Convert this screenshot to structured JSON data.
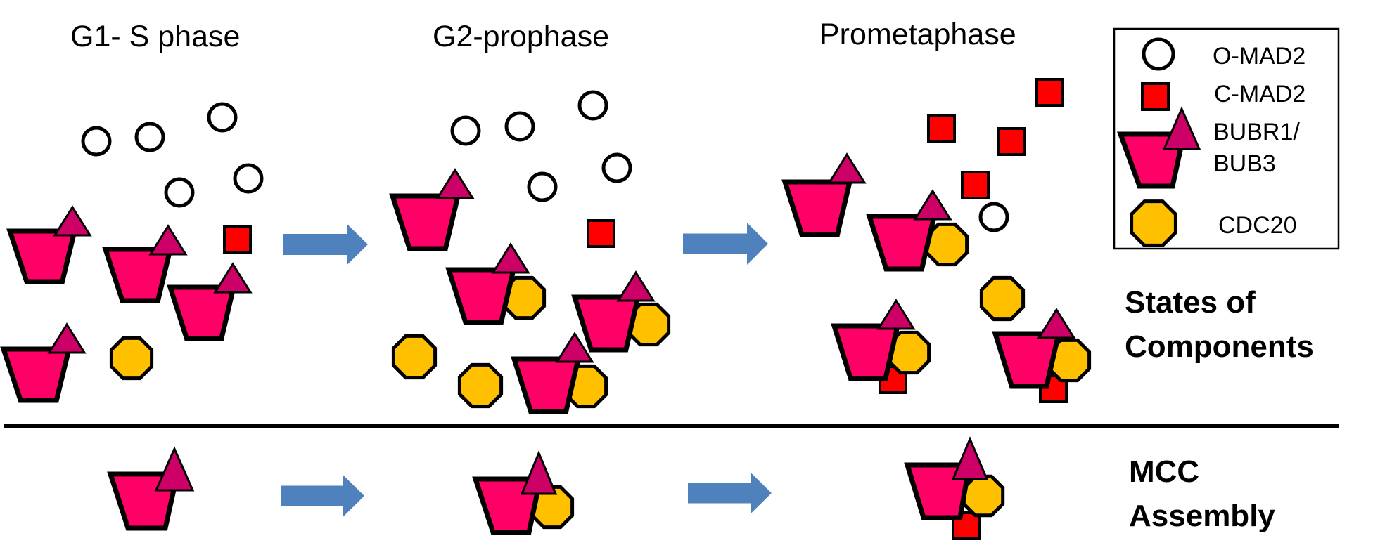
{
  "colors": {
    "o_mad2_fill": "#ffffff",
    "c_mad2_fill": "#ff0000",
    "bubr1_fill": "#ff0066",
    "bub3_fill": "#cc0066",
    "cdc20_fill": "#ffc000",
    "outline": "#000000",
    "arrow": "#4f81bd"
  },
  "phases": [
    {
      "key": "g1s",
      "title": "G1- S phase"
    },
    {
      "key": "g2p",
      "title": "G2-prophase"
    },
    {
      "key": "prometa",
      "title": "Prometaphase"
    }
  ],
  "row_labels": {
    "states_line1": "States of",
    "states_line2": "Components",
    "mcc_line1": "MCC",
    "mcc_line2": "Assembly"
  },
  "legend": {
    "items": [
      {
        "key": "o_mad2",
        "label": "O-MAD2",
        "icon": "open-circle"
      },
      {
        "key": "c_mad2",
        "label": "C-MAD2",
        "icon": "red-square"
      },
      {
        "key": "bubr1_bub3",
        "label_line1": "BUBR1/",
        "label_line2": "BUB3",
        "icon": "trapezoid-triangle"
      },
      {
        "key": "cdc20",
        "label": "CDC20",
        "icon": "octagon"
      }
    ]
  },
  "states": {
    "g1s": {
      "o_mad2": 5,
      "c_mad2": 1,
      "bubr1_bub3_free": 4,
      "cdc20_free": 1,
      "bubr1_bub3_cdc20": 0,
      "mcc": 0
    },
    "g2p": {
      "o_mad2": 5,
      "c_mad2": 1,
      "bubr1_bub3_free": 1,
      "cdc20_free": 2,
      "bubr1_bub3_cdc20": 3,
      "mcc": 0
    },
    "prometa": {
      "o_mad2": 1,
      "c_mad2": 4,
      "bubr1_bub3_free": 1,
      "cdc20_free": 1,
      "bubr1_bub3_cdc20": 1,
      "mcc": 2
    }
  },
  "mcc_assembly": [
    {
      "stage": "g1s",
      "components": [
        "BUBR1",
        "BUB3"
      ]
    },
    {
      "stage": "g2p",
      "components": [
        "BUBR1",
        "BUB3",
        "CDC20"
      ]
    },
    {
      "stage": "prometa",
      "components": [
        "BUBR1",
        "BUB3",
        "CDC20",
        "C-MAD2"
      ]
    }
  ]
}
